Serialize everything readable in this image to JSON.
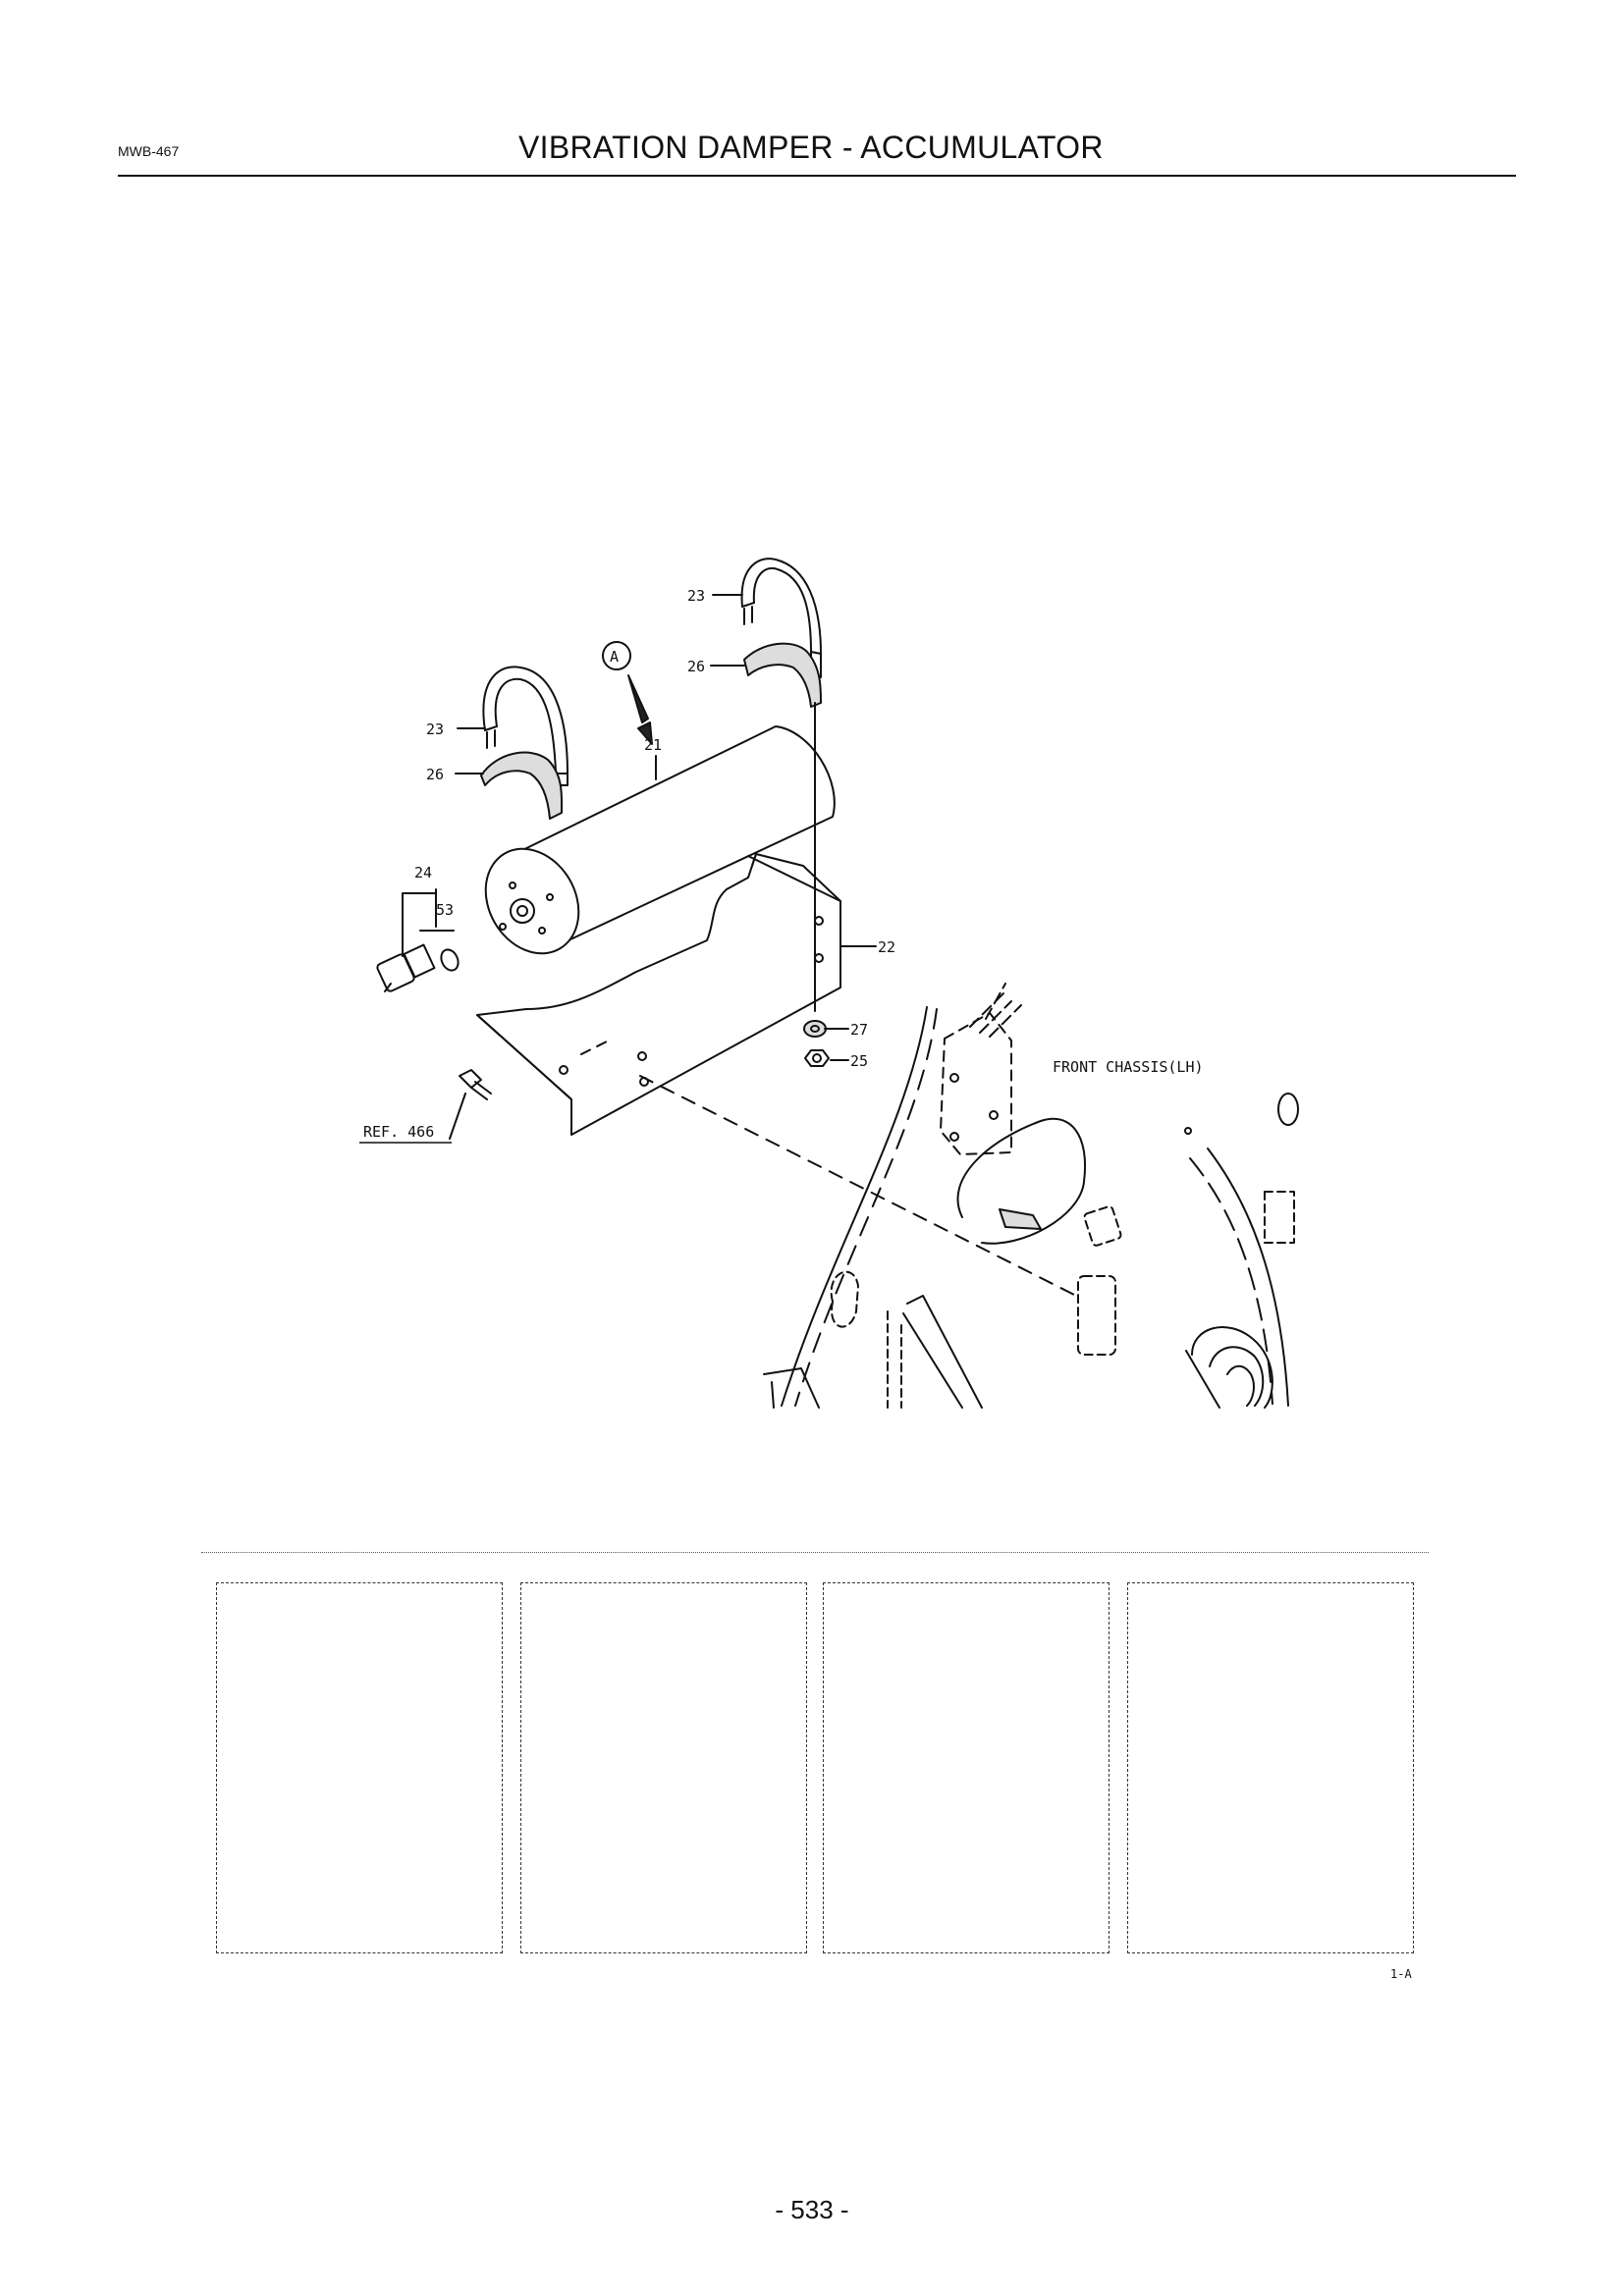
{
  "header": {
    "doc_code": "MWB-467",
    "title": "VIBRATION DAMPER - ACCUMULATOR"
  },
  "diagram": {
    "view_marker": "A",
    "callouts": [
      "21",
      "22",
      "23",
      "23",
      "24",
      "25",
      "26",
      "26",
      "27",
      "53"
    ],
    "ref_label": "REF. 466",
    "chassis_label": "FRONT CHASSIS(LH)"
  },
  "footer": {
    "sheet_ref": "1-A",
    "page_number": "- 533 -"
  }
}
